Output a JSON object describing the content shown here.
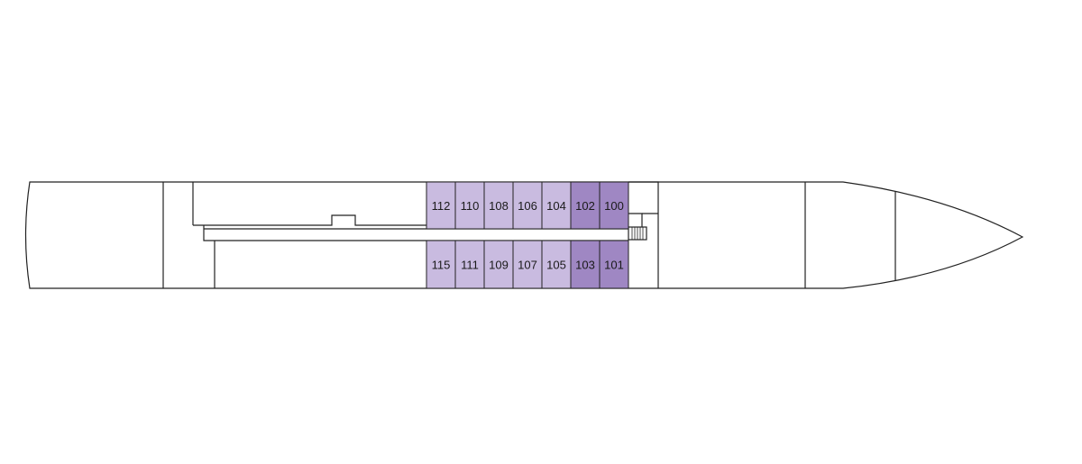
{
  "colors": {
    "category_light": "#c9bbe0",
    "category_dark": "#9f87c3",
    "outline": "#222222",
    "background": "#ffffff"
  },
  "cabins": {
    "top_row": [
      {
        "number": "112",
        "category": "light"
      },
      {
        "number": "110",
        "category": "light"
      },
      {
        "number": "108",
        "category": "light"
      },
      {
        "number": "106",
        "category": "light"
      },
      {
        "number": "104",
        "category": "light"
      },
      {
        "number": "102",
        "category": "dark"
      },
      {
        "number": "100",
        "category": "dark"
      }
    ],
    "bottom_row": [
      {
        "number": "115",
        "category": "light"
      },
      {
        "number": "111",
        "category": "light"
      },
      {
        "number": "109",
        "category": "light"
      },
      {
        "number": "107",
        "category": "light"
      },
      {
        "number": "105",
        "category": "light"
      },
      {
        "number": "103",
        "category": "dark"
      },
      {
        "number": "101",
        "category": "dark"
      }
    ]
  }
}
